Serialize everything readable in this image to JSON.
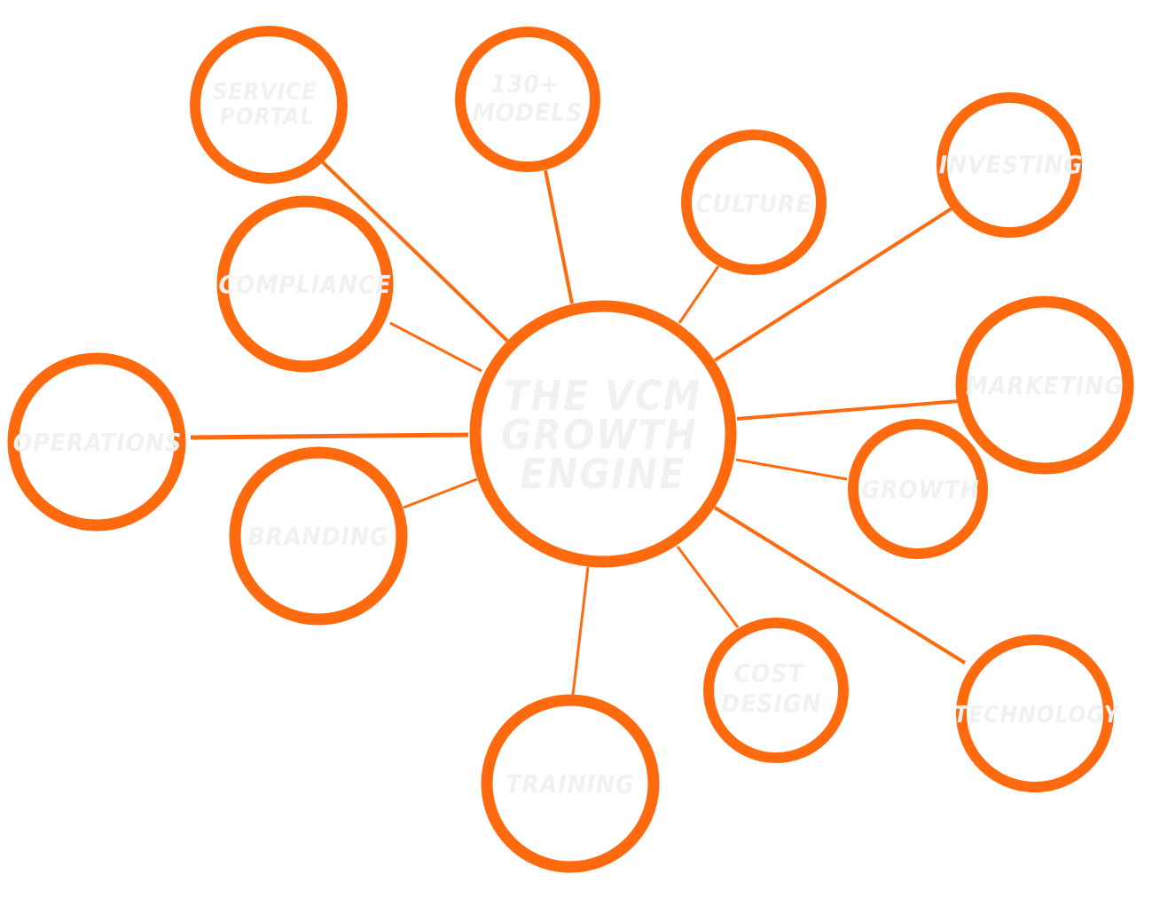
{
  "colors": {
    "accent": "#ff6a0e",
    "label": "#f1f1f1",
    "background": "#ffffff"
  },
  "center": {
    "lines": [
      "THE VCM",
      "GROWTH",
      "ENGINE"
    ]
  },
  "nodes": {
    "service_portal": [
      "SERVICE",
      "PORTAL"
    ],
    "models": [
      "130+",
      "MODELS"
    ],
    "culture": [
      "CULTURE"
    ],
    "investing": [
      "INVESTING"
    ],
    "compliance": [
      "COMPLIANCE"
    ],
    "marketing": [
      "MARKETING"
    ],
    "operations": [
      "OPERATIONS"
    ],
    "branding": [
      "BRANDING"
    ],
    "growth": [
      "GROWTH"
    ],
    "cost_design": [
      "COST",
      "DESIGN"
    ],
    "technology": [
      "TECHNOLOGY"
    ],
    "training": [
      "TRAINING"
    ]
  }
}
